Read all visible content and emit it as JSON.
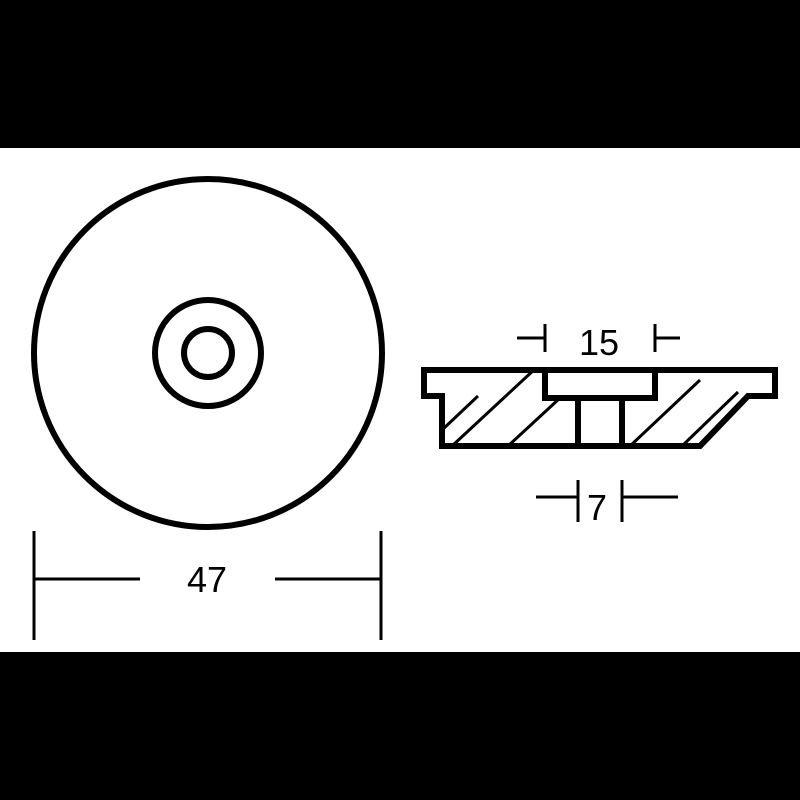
{
  "colors": {
    "background": "#000000",
    "paper": "#ffffff",
    "line": "#000000"
  },
  "dimensions": {
    "diameter": "47",
    "recess_width": "15",
    "bolt_hole_width": "7"
  }
}
